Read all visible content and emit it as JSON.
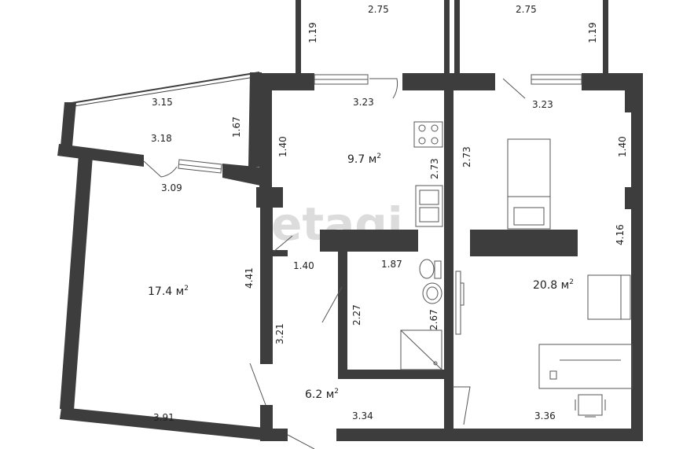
{
  "watermark": "etagi",
  "areas": {
    "kitchen": "9.7 м",
    "room_left": "17.4 м",
    "room_right": "20.8 м",
    "hall": "6.2 м",
    "unit_sup": "2"
  },
  "dims": {
    "balcony_left_width": "2.75",
    "balcony_right_width": "2.75",
    "balcony_left_depth": "1.19",
    "balcony_right_depth": "1.19",
    "loggia_outer": "3.15",
    "loggia_inner": "3.18",
    "loggia_depth": "1.67",
    "room_left_top": "3.09",
    "room_left_side": "4.41",
    "room_left_bottom": "3.91",
    "kitchen_top": "3.23",
    "kitchen_left": "1.40",
    "kitchen_right": "2.73",
    "room_right_top": "3.23",
    "room_right_left": "2.73",
    "room_right_upper": "1.40",
    "room_right_side": "4.16",
    "room_right_bottom": "3.36",
    "corridor": "1.40",
    "bath_top": "1.87",
    "bath_left": "2.27",
    "bath_right": "2.67",
    "hall_side": "3.21",
    "hall_bottom": "3.34"
  }
}
